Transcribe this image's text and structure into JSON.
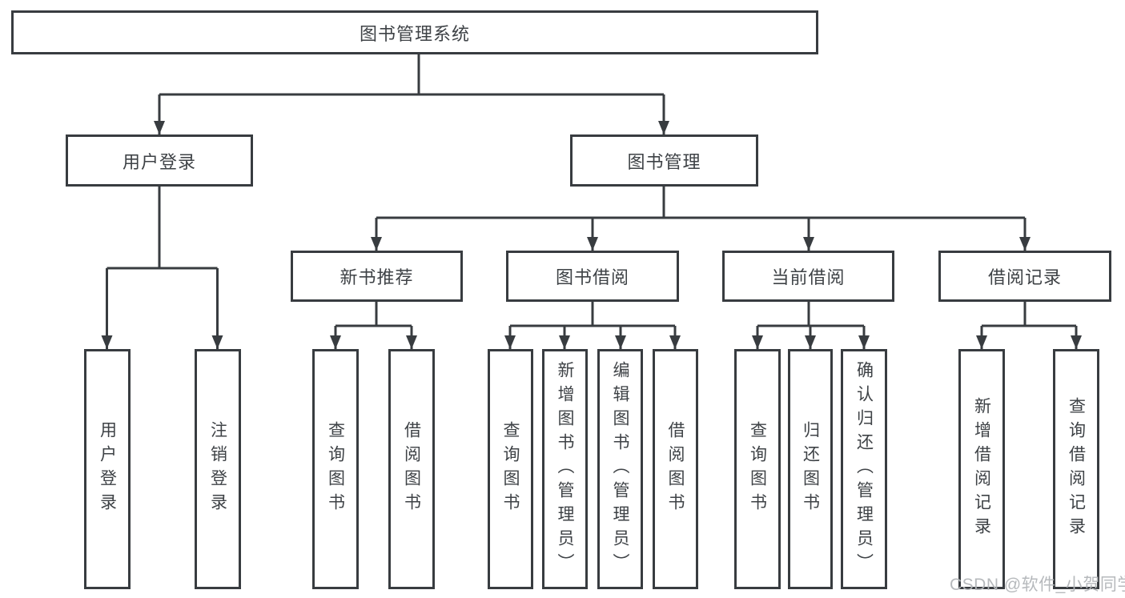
{
  "diagram": {
    "root": {
      "label": "图书管理系统"
    },
    "branches": [
      {
        "label": "用户登录",
        "children": [
          {
            "label": "用户登录"
          },
          {
            "label": "注销登录"
          }
        ]
      },
      {
        "label": "图书管理",
        "sections": [
          {
            "label": "新书推荐",
            "children": [
              {
                "label": "查询图书"
              },
              {
                "label": "借阅图书"
              }
            ]
          },
          {
            "label": "图书借阅",
            "children": [
              {
                "label": "查询图书"
              },
              {
                "label": "新增图书（管理员）"
              },
              {
                "label": "编辑图书（管理员）"
              },
              {
                "label": "借阅图书"
              }
            ]
          },
          {
            "label": "当前借阅",
            "children": [
              {
                "label": "查询图书"
              },
              {
                "label": "归还图书"
              },
              {
                "label": "确认归还（管理员）"
              }
            ]
          },
          {
            "label": "借阅记录",
            "children": [
              {
                "label": "新增借阅记录"
              },
              {
                "label": "查询借阅记录"
              }
            ]
          }
        ]
      }
    ],
    "watermark": "CSDN @软件_小贺同学",
    "colors": {
      "line": "#383c40",
      "text": "#3e4246",
      "watermark": "#b2b5b8",
      "background": "#ffffff"
    }
  }
}
